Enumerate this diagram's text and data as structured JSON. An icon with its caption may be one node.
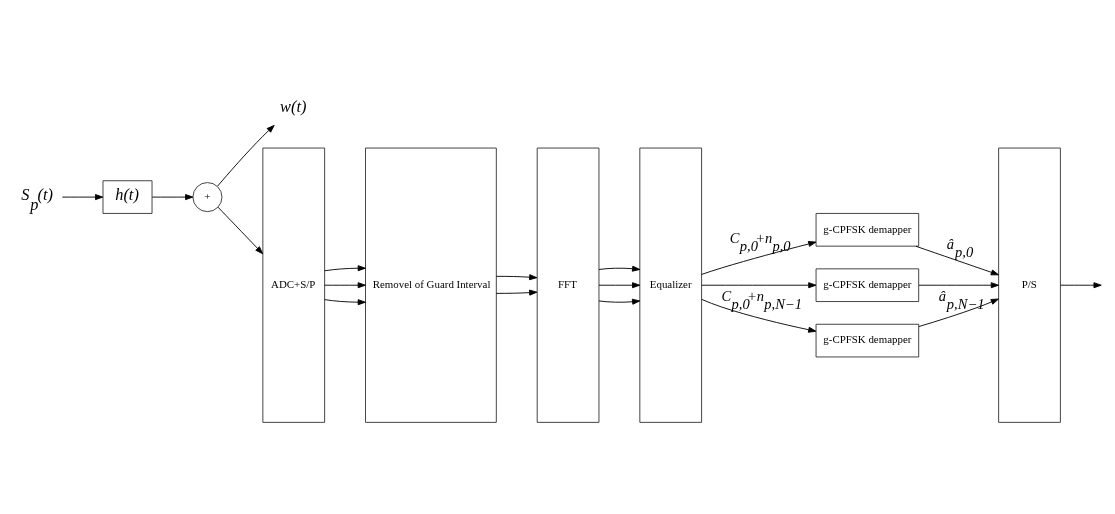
{
  "diagram": {
    "nodes": [
      {
        "text": [
          "S$_{p}$(t)"
        ]
      },
      {
        "text": [
          "h(t)"
        ]
      },
      {
        "text": [
          "+"
        ]
      },
      {
        "text": [
          "w(t)"
        ]
      },
      {
        "text": [
          "ADC+S/P"
        ]
      },
      {
        "text": [
          "Removel of Guard Interval"
        ]
      },
      {
        "text": [
          "FFT"
        ]
      },
      {
        "text": [
          "Equalizer"
        ]
      },
      {
        "text": [
          "g-CPFSK demapper"
        ]
      },
      {
        "text": [
          "g-CPFSK demapper"
        ]
      },
      {
        "text": [
          "g-CPFSK demapper"
        ]
      },
      {
        "text": [
          "P/S"
        ]
      }
    ],
    "edges": [
      {
        "from": 0,
        "to": 1,
        "arrow": "to"
      },
      {
        "from": 1,
        "to": 2,
        "arrow": "to"
      },
      {
        "from": 2,
        "to": 3,
        "arrow": "to"
      },
      {
        "from": 2,
        "to": 4,
        "arrow": "to"
      },
      {
        "from": 4,
        "to": 5,
        "arrow": "to"
      },
      {
        "from": 4,
        "to": 5,
        "arrow": "to"
      },
      {
        "from": 4,
        "to": 5,
        "arrow": "to"
      },
      {
        "from": 5,
        "to": 6,
        "arrow": "to"
      },
      {
        "from": 5,
        "to": 6,
        "arrow": "to"
      },
      {
        "from": 6,
        "to": 7,
        "arrow": "to"
      },
      {
        "from": 6,
        "to": 7,
        "arrow": "to"
      },
      {
        "from": 6,
        "to": 7,
        "arrow": "to"
      },
      {
        "from": 7,
        "to": 8,
        "arrow": "to",
        "label": "C$_{p,0}$+n$_{p,0}$"
      },
      {
        "from": 7,
        "to": 9,
        "arrow": "to"
      },
      {
        "from": 7,
        "to": 10,
        "arrow": "to",
        "label": "C$_{p,0}$+n$_{p,N−1}$"
      },
      {
        "from": 8,
        "to": 11,
        "arrow": "to",
        "label": "â$_{p,0}$"
      },
      {
        "from": 9,
        "to": 11,
        "arrow": "to"
      },
      {
        "from": 10,
        "to": 11,
        "arrow": "to",
        "label": "â$_{p,N−1}$"
      },
      {
        "from": 11,
        "to": null,
        "arrow": "to"
      }
    ]
  }
}
